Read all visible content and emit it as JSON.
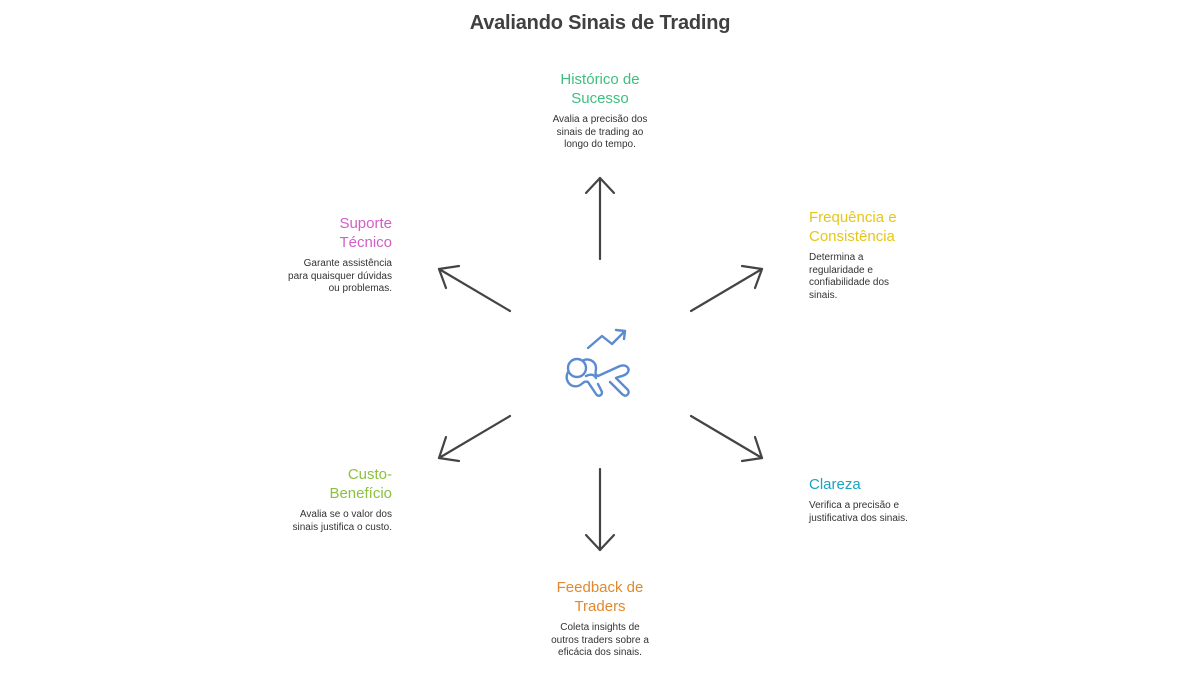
{
  "title": "Avaliando Sinais de Trading",
  "hub": {
    "icon": "trader-relaxing-trend-up-icon",
    "color": "#5b8bd0"
  },
  "arrow_color": "#444444",
  "nodes": [
    {
      "id": "historico",
      "heading": "Histórico de Sucesso",
      "heading_lines": [
        "Histórico de",
        "Sucesso"
      ],
      "description_lines": [
        "Avalia a precisão dos",
        "sinais de trading ao",
        "longo do tempo."
      ],
      "color": "#3fbf7f"
    },
    {
      "id": "frequencia",
      "heading": "Frequência e Consistência",
      "heading_lines": [
        "Frequência e",
        "Consistência"
      ],
      "description_lines": [
        "Determina a",
        "regularidade e",
        "confiabilidade dos",
        "sinais."
      ],
      "color": "#e6c619"
    },
    {
      "id": "clareza",
      "heading": "Clareza",
      "heading_lines": [
        "Clareza"
      ],
      "description_lines": [
        "Verifica a precisão e",
        "justificativa dos sinais."
      ],
      "color": "#1aa3c4"
    },
    {
      "id": "feedback",
      "heading": "Feedback de Traders",
      "heading_lines": [
        "Feedback de",
        "Traders"
      ],
      "description_lines": [
        "Coleta insights de",
        "outros traders sobre a",
        "eficácia dos sinais."
      ],
      "color": "#e0892e"
    },
    {
      "id": "custo",
      "heading": "Custo-Benefício",
      "heading_lines": [
        "Custo-",
        "Benefício"
      ],
      "description_lines": [
        "Avalia se o valor dos",
        "sinais justifica o custo."
      ],
      "color": "#8cc040"
    },
    {
      "id": "suporte",
      "heading": "Suporte Técnico",
      "heading_lines": [
        "Suporte",
        "Técnico"
      ],
      "description_lines": [
        "Garante assistência",
        "para quaisquer dúvidas",
        "ou problemas."
      ],
      "color": "#d35fc4"
    }
  ]
}
